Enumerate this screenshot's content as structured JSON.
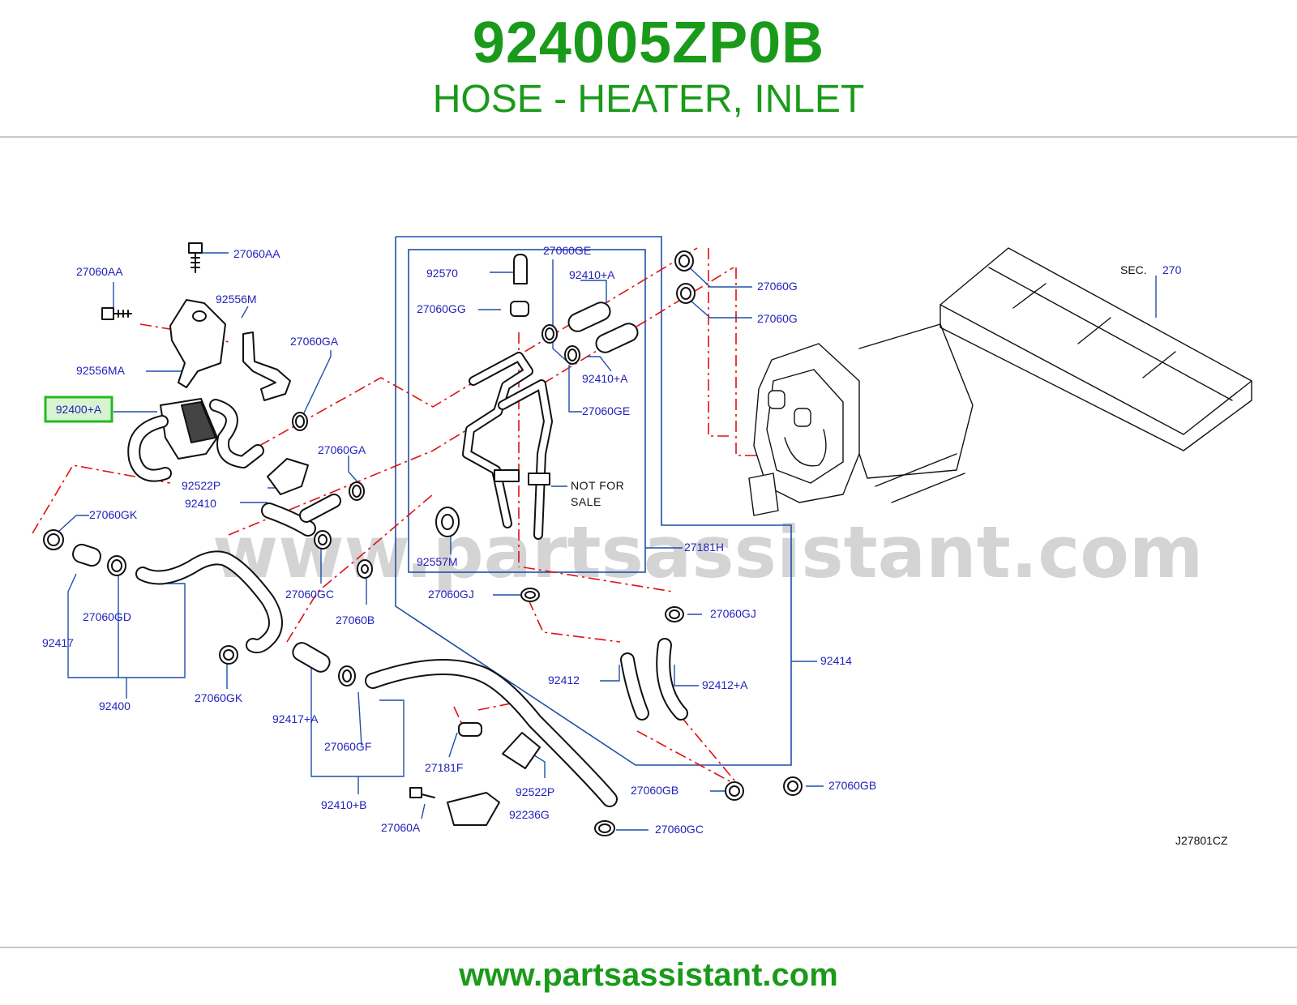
{
  "header": {
    "part_number": "924005ZP0B",
    "part_name": "HOSE - HEATER, INLET"
  },
  "footer": {
    "url": "www.partsassistant.com"
  },
  "watermark": "www.partsassistant.com",
  "diagram": {
    "code": "J27801CZ",
    "sec_prefix": "SEC.",
    "sec_ref": "270",
    "note_line1": "NOT   FOR",
    "note_line2": "SALE",
    "highlighted_label": "92400+A",
    "labels": {
      "27060AA_top": "27060AA",
      "27060AA_left": "27060AA",
      "92556M": "92556M",
      "92556MA": "92556MA",
      "27060GA_1": "27060GA",
      "27060GA_2": "27060GA",
      "92522P_1": "92522P",
      "92410": "92410",
      "27060GK_1": "27060GK",
      "27060GK_2": "27060GK",
      "27060GD": "27060GD",
      "92417": "92417",
      "92400": "92400",
      "27060GC_1": "27060GC",
      "27060B": "27060B",
      "92417A": "92417+A",
      "27060GF": "27060GF",
      "92410B": "92410+B",
      "27060A": "27060A",
      "92236G": "92236G",
      "27181F": "27181F",
      "92522P_2": "92522P",
      "27060GC_2": "27060GC",
      "92570": "92570",
      "27060GG": "27060GG",
      "27060GE_1": "27060GE",
      "92410A_1": "92410+A",
      "92410A_2": "92410+A",
      "27060GE_2": "27060GE",
      "92557M": "92557M",
      "27181H": "27181H",
      "27060GJ_1": "27060GJ",
      "27060GJ_2": "27060GJ",
      "92412": "92412",
      "92412A": "92412+A",
      "92414": "92414",
      "27060GB_1": "27060GB",
      "27060GB_2": "27060GB",
      "27060G_1": "27060G",
      "27060G_2": "27060G"
    }
  },
  "colors": {
    "title_green": "#1a9a1a",
    "label_blue": "#2222bb",
    "leader_blue": "#1f4fa8",
    "dash_red": "#e01010",
    "highlight_green": "#22bb22",
    "highlight_fill": "#d8f3d0",
    "watermark_gray": "#d4d4d4",
    "part_black": "#111111"
  }
}
